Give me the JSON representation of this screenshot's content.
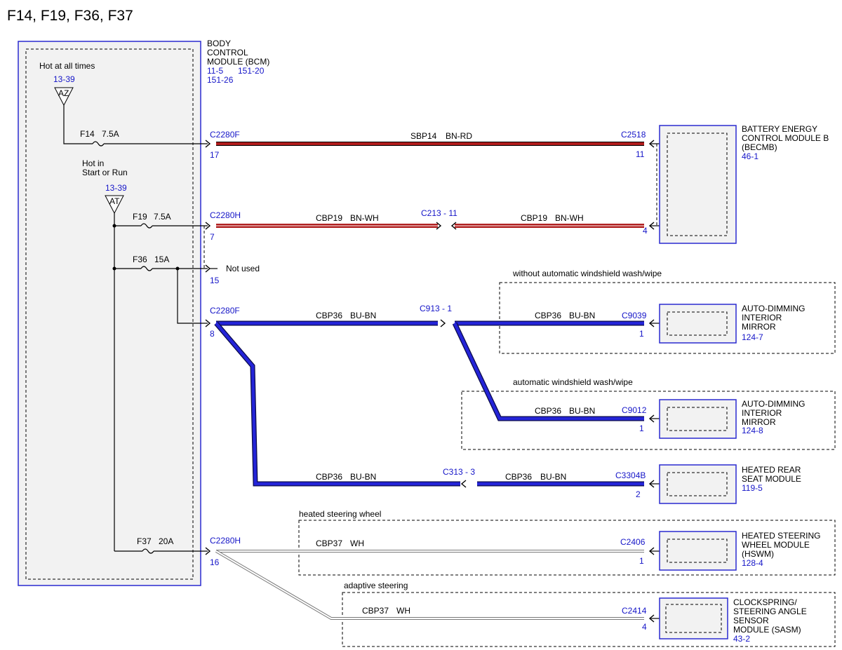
{
  "title": "F14, F19, F36, F37",
  "colors": {
    "bn_rd": "#b01c1c",
    "bn_wh": "#b02020",
    "bu_bn": "#1414c8",
    "wh": "#9a9a9a",
    "module_border": "#2a2ad0",
    "link": "#1515c8"
  },
  "bcm": {
    "name_lines": [
      "BODY",
      "CONTROL",
      "MODULE (BCM)"
    ],
    "refs": [
      "11-5",
      "151-20",
      "151-26"
    ]
  },
  "power": {
    "hot_always": "Hot at all times",
    "hot_always_ref": "13-39",
    "hot_always_tag": "AZ",
    "hot_run_lines": [
      "Hot in",
      "Start or Run"
    ],
    "hot_run_ref": "13-39",
    "hot_run_tag": "AT"
  },
  "fuses": [
    {
      "name": "F14",
      "rating": "7.5A"
    },
    {
      "name": "F19",
      "rating": "7.5A"
    },
    {
      "name": "F36",
      "rating": "15A"
    },
    {
      "name": "F37",
      "rating": "20A"
    }
  ],
  "not_used": "Not used",
  "connectors": {
    "c2280f_a": {
      "id": "C2280F",
      "pin": "17"
    },
    "c2280h_a": {
      "id": "C2280H",
      "pin": "7"
    },
    "pin15": "15",
    "c2280f_b": {
      "id": "C2280F",
      "pin": "8"
    },
    "c2280h_b": {
      "id": "C2280H",
      "pin": "16"
    },
    "c2518": {
      "id": "C2518",
      "pin": "11"
    },
    "becmb_pin4": "4",
    "c213": "C213  -  11",
    "c913": "C913  -  1",
    "c313": "C313  -  3",
    "c9039": {
      "id": "C9039",
      "pin": "1"
    },
    "c9012": {
      "id": "C9012",
      "pin": "1"
    },
    "c3304b": {
      "id": "C3304B",
      "pin": "2"
    },
    "c2406": {
      "id": "C2406",
      "pin": "1"
    },
    "c2414": {
      "id": "C2414",
      "pin": "4"
    }
  },
  "wires": {
    "sbp14": {
      "circuit": "SBP14",
      "color": "BN-RD"
    },
    "cbp19_a": {
      "circuit": "CBP19",
      "color": "BN-WH"
    },
    "cbp19_b": {
      "circuit": "CBP19",
      "color": "BN-WH"
    },
    "cbp36_a": {
      "circuit": "CBP36",
      "color": "BU-BN"
    },
    "cbp36_b": {
      "circuit": "CBP36",
      "color": "BU-BN"
    },
    "cbp36_c": {
      "circuit": "CBP36",
      "color": "BU-BN"
    },
    "cbp36_d": {
      "circuit": "CBP36",
      "color": "BU-BN"
    },
    "cbp36_e": {
      "circuit": "CBP36",
      "color": "BU-BN"
    },
    "cbp37_a": {
      "circuit": "CBP37",
      "color": "WH"
    },
    "cbp37_b": {
      "circuit": "CBP37",
      "color": "WH"
    }
  },
  "options": {
    "without_wash": "without automatic windshield wash/wipe",
    "with_wash": "automatic windshield wash/wipe",
    "heated_wheel": "heated steering wheel",
    "adaptive": "adaptive steering"
  },
  "modules": {
    "becmb": {
      "lines": [
        "BATTERY ENERGY",
        "CONTROL MODULE B",
        "(BECMB)"
      ],
      "ref": "46-1"
    },
    "mirror_a": {
      "lines": [
        "AUTO-DIMMING",
        "INTERIOR",
        "MIRROR"
      ],
      "ref": "124-7"
    },
    "mirror_b": {
      "lines": [
        "AUTO-DIMMING",
        "INTERIOR",
        "MIRROR"
      ],
      "ref": "124-8"
    },
    "seat": {
      "lines": [
        "HEATED REAR",
        "SEAT MODULE"
      ],
      "ref": "119-5"
    },
    "hswm": {
      "lines": [
        "HEATED STEERING",
        "WHEEL MODULE",
        "(HSWM)"
      ],
      "ref": "128-4"
    },
    "sasm": {
      "lines": [
        "CLOCKSPRING/",
        "STEERING ANGLE",
        "SENSOR",
        "MODULE (SASM)"
      ],
      "ref": "43-2"
    }
  }
}
